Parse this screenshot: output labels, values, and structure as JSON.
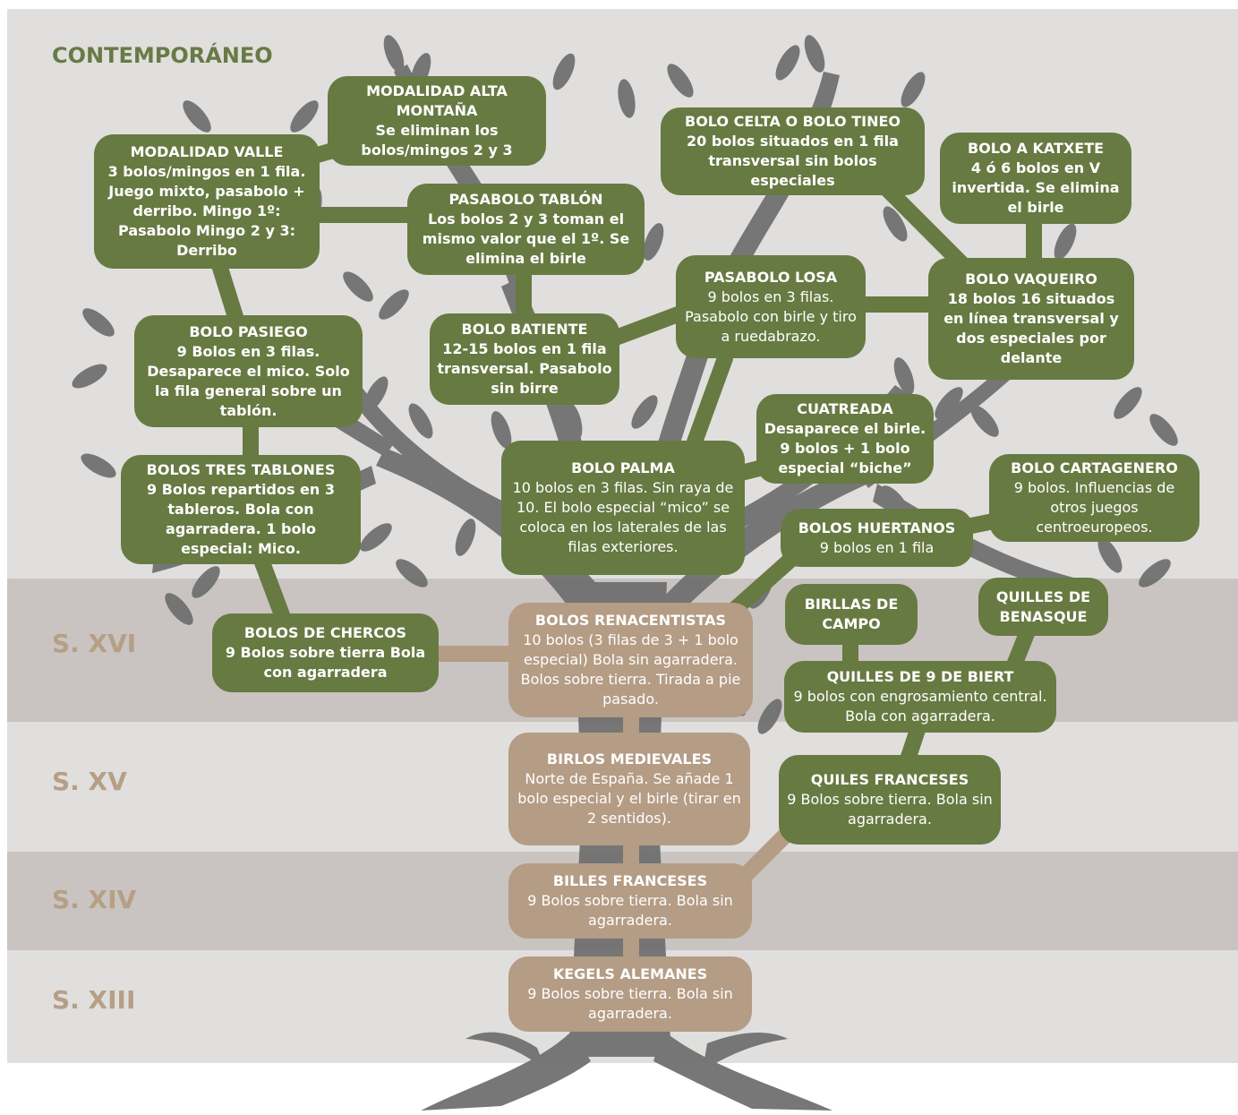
{
  "eras": {
    "contemporaneo": "CONTEMPORÁNEO",
    "s16": "S. XVI",
    "s15": "S. XV",
    "s14": "S. XIV",
    "s13": "S. XIII"
  },
  "colors": {
    "green_node": "#677a42",
    "tan_node": "#b49c85",
    "tree": "#707070",
    "band_light": "#e0dfdd",
    "band_dark": "#c9c4c1"
  },
  "nodes": {
    "modalidad_valle": {
      "title": "MODALIDAD VALLE",
      "body": "3 bolos/mingos en 1 fila. Juego mixto, pasabolo + derribo. Mingo 1º: Pasabolo Mingo 2 y 3: Derribo"
    },
    "modalidad_alta": {
      "title": "MODALIDAD ALTA MONTAÑA",
      "body": "Se eliminan los bolos/mingos 2 y 3"
    },
    "pasabolo_tablon": {
      "title": "PASABOLO TABLÓN",
      "body": "Los bolos 2 y 3 toman el mismo valor que el 1º. Se elimina el birle"
    },
    "bolo_celta": {
      "title": "BOLO CELTA O BOLO TINEO",
      "body": "20 bolos situados en 1 fila transversal sin bolos especiales"
    },
    "bolo_katxete": {
      "title": "BOLO A KATXETE",
      "body": "4 ó 6 bolos en V invertida. Se elimina el birle"
    },
    "pasabolo_losa": {
      "title": "PASABOLO LOSA",
      "body": "9 bolos en 3 filas. Pasabolo con birle y tiro a ruedabrazo."
    },
    "bolo_vaqueiro": {
      "title": "BOLO VAQUEIRO",
      "body": "18 bolos 16 situados en línea transversal y dos especiales por delante"
    },
    "bolo_pasiego": {
      "title": "BOLO PASIEGO",
      "body": "9 Bolos en 3 filas. Desaparece el mico. Solo la fila general sobre un tablón."
    },
    "bolo_batiente": {
      "title": "BOLO BATIENTE",
      "body": "12-15 bolos en 1 fila transversal. Pasabolo sin birre"
    },
    "cuatreada": {
      "title": "CUATREADA",
      "body": "Desaparece el birle. 9 bolos + 1 bolo especial “biche”"
    },
    "bolos_tres_tablones": {
      "title": "BOLOS TRES TABLONES",
      "body": "9 Bolos repartidos en 3 tableros. Bola con agarradera. 1 bolo especial: Mico."
    },
    "bolo_palma": {
      "title": "BOLO PALMA",
      "body": "10 bolos  en 3 filas. Sin raya de 10. El bolo especial “mico” se coloca en los laterales de las filas exteriores."
    },
    "bolo_cartagenero": {
      "title": "BOLO CARTAGENERO",
      "body": "9 bolos. Influencias de otros juegos centroeuropeos."
    },
    "bolos_huertanos": {
      "title": "BOLOS HUERTANOS",
      "body": "9 bolos en 1 fila"
    },
    "birllas_campo": {
      "title": "BIRLLAS DE CAMPO",
      "body": ""
    },
    "quilles_benasque": {
      "title": "QUILLES DE BENASQUE",
      "body": ""
    },
    "bolos_chercos": {
      "title": "BOLOS DE CHERCOS",
      "body": "9 Bolos sobre tierra Bola con agarradera"
    },
    "bolos_renacentistas": {
      "title": "BOLOS RENACENTISTAS",
      "body": "10 bolos (3 filas de 3 + 1 bolo especial) Bola sin agarradera. Bolos sobre tierra. Tirada a pie pasado."
    },
    "quilles_biert": {
      "title": "QUILLES DE 9 DE BIERT",
      "body": "9 bolos con engrosamiento central. Bola con agarradera."
    },
    "birlos_medievales": {
      "title": "BIRLOS MEDIEVALES",
      "body": "Norte de España. Se añade 1 bolo especial y el birle (tirar en 2 sentidos)."
    },
    "quiles_franceses": {
      "title": "QUILES FRANCESES",
      "body": "9 Bolos sobre tierra. Bola sin agarradera."
    },
    "billes_francesas": {
      "title": "BILLES FRANCESES",
      "body": "9 Bolos sobre tierra. Bola sin agarradera."
    },
    "kegels_alemanes": {
      "title": "KEGELS ALEMANES",
      "body": "9 Bolos sobre tierra. Bola sin agarradera."
    }
  }
}
